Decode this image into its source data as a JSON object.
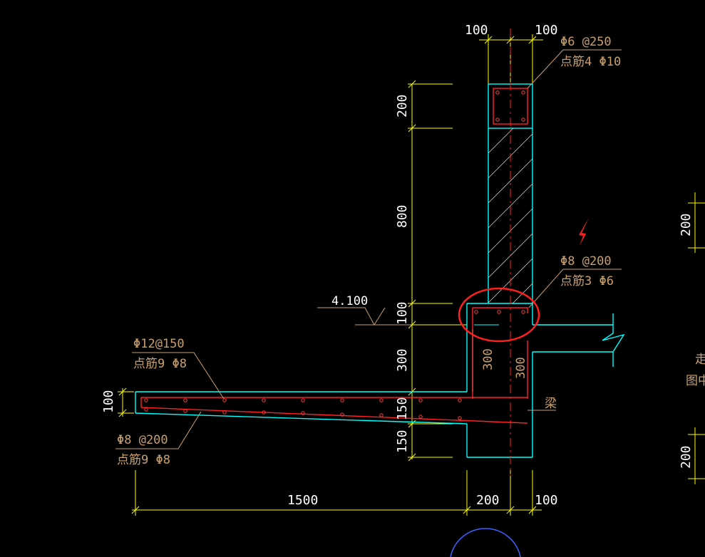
{
  "drawing": {
    "dims": {
      "top_left": "100",
      "top_right": "100",
      "v_200_top": "200",
      "v_800": "800",
      "v_100": "100",
      "v_300": "300",
      "v_150_a": "150",
      "v_150_b": "150",
      "left_100": "100",
      "bottom_1500": "1500",
      "bottom_200": "200",
      "bottom_100": "100",
      "inner_300_a": "300",
      "inner_300_b": "300",
      "right_200_a": "200",
      "right_200_b": "200"
    },
    "elevation": "4.100",
    "notes": {
      "top_note_1": "Φ6 @250",
      "top_note_2": "点筋4 Φ10",
      "mid_note_1": "Φ8 @200",
      "mid_note_2": "点筋3 Φ6",
      "slab_top_1": "Φ12@150",
      "slab_top_2": "点筋9 Φ8",
      "slab_bot_1": "Φ8 @200",
      "slab_bot_2": "点筋9 Φ8",
      "beam_label": "梁",
      "right_edge_1": "走",
      "right_edge_2": "图中"
    },
    "colors": {
      "concrete": "#00ffff",
      "dim": "#ffff00",
      "rebar": "#ff2020",
      "leader": "#c8a070",
      "highlight": "#ff3030"
    }
  }
}
